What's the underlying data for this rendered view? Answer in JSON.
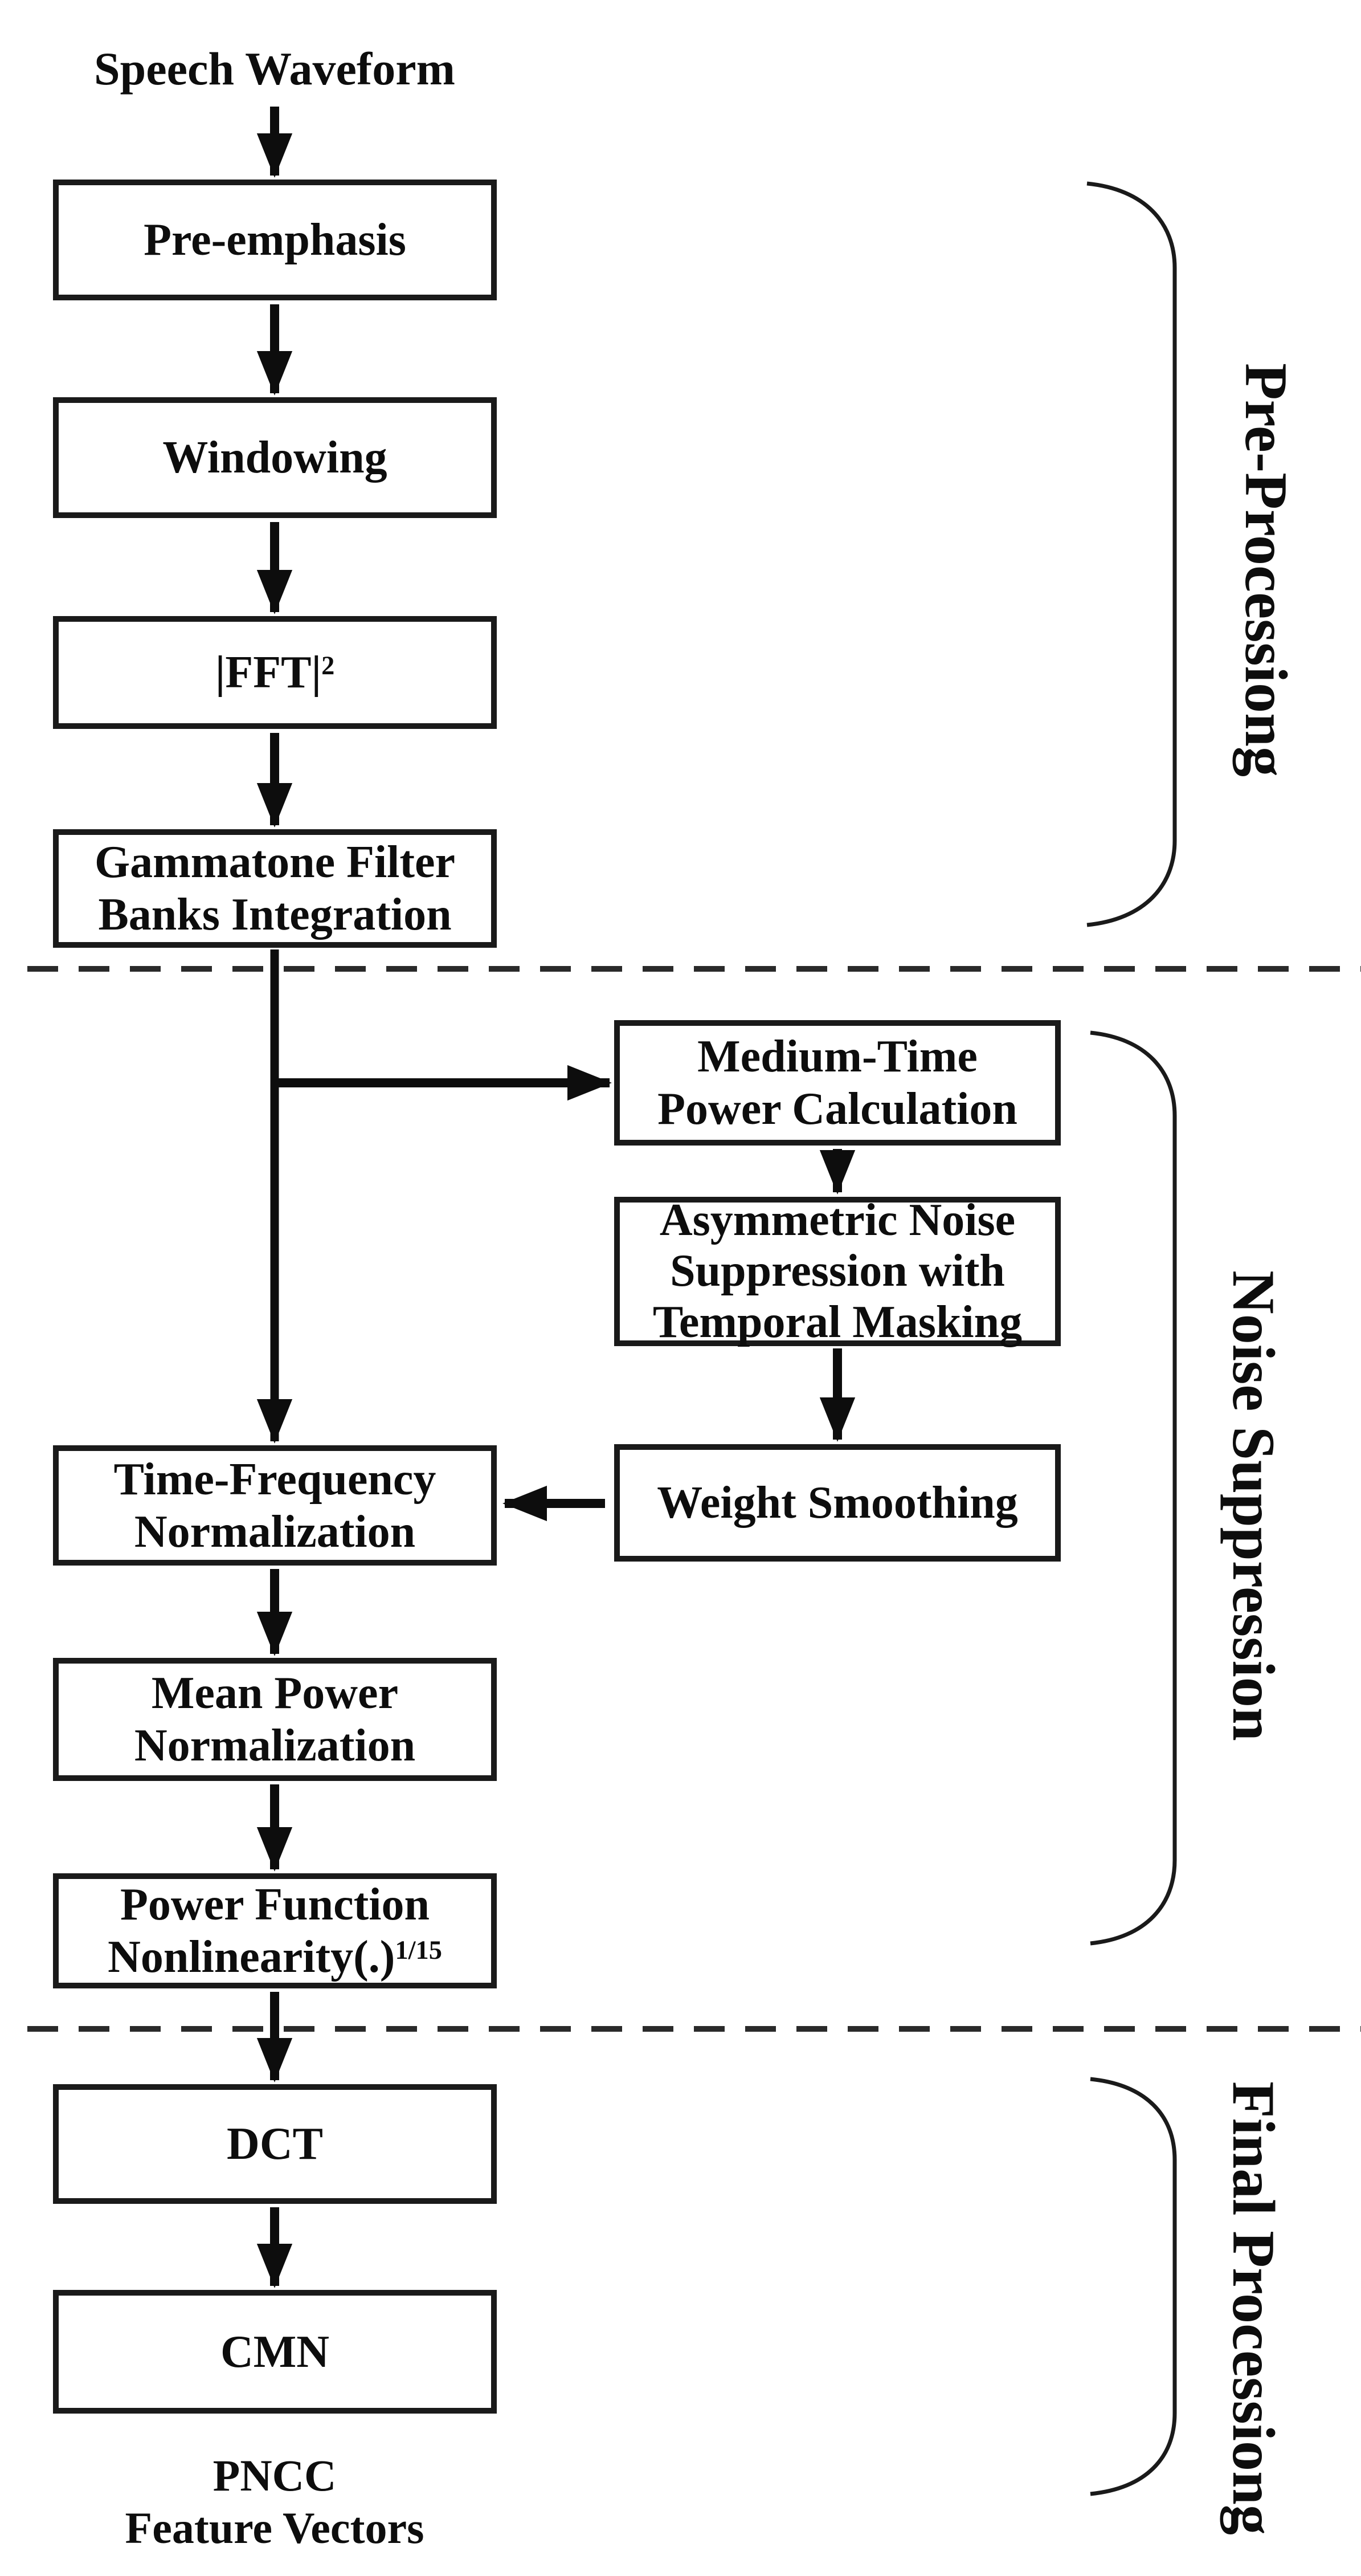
{
  "diagram": {
    "background_color": "#ffffff",
    "ink_color": "#0d0d0d",
    "input_label": "Speech Waveform",
    "nodes": {
      "pre_emphasis": {
        "label": "Pre-emphasis"
      },
      "windowing": {
        "label": "Windowing"
      },
      "fft": {
        "label": "|FFT|",
        "sup": "2"
      },
      "gammatone": {
        "line1": "Gammatone Filter",
        "line2": "Banks Integration"
      },
      "medium_time": {
        "line1": "Medium-Time",
        "line2": "Power Calculation"
      },
      "asymmetric_noise": {
        "line1": "Asymmetric Noise",
        "line2": "Suppression with",
        "line3": "Temporal Masking"
      },
      "weight_smoothing": {
        "label": "Weight Smoothing"
      },
      "tf_normalization": {
        "line1": "Time-Frequency",
        "line2": "Normalization"
      },
      "mean_power": {
        "line1": "Mean Power",
        "line2": "Normalization"
      },
      "power_function": {
        "line1": "Power Function",
        "line2": "Nonlinearity(.)",
        "sup": "1/15"
      },
      "dct": {
        "label": "DCT"
      },
      "cmn": {
        "label": "CMN"
      }
    },
    "stage_labels": {
      "pre_processing": "Pre-Processiong",
      "noise_suppression": "Noise Suppression",
      "final_processing": "Final Processiong"
    },
    "output_label": {
      "line1": "PNCC",
      "line2": "Feature Vectors"
    }
  }
}
